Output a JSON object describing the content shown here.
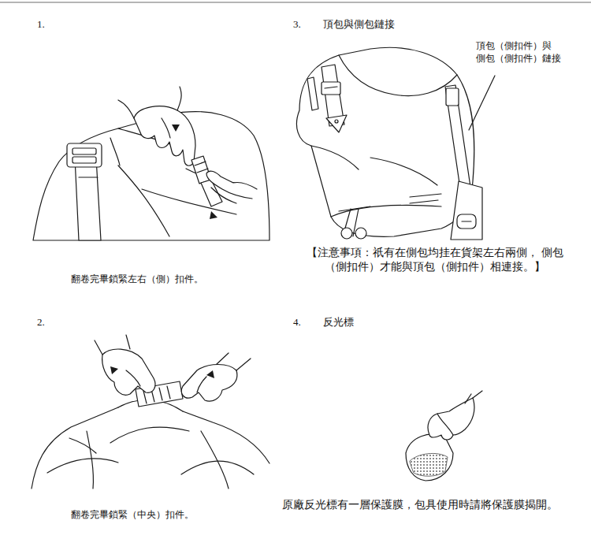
{
  "diagram": {
    "labels": [
      "1.",
      "翻卷完畢鎖緊左右（側）扣件。",
      "2.",
      "翻卷完畢鎖緊（中央）扣件。",
      "3.",
      "頂包與側包鏈接",
      "頂包（側扣件）與 側包（側扣件）鏈接",
      "【注意事項：祇有在側包均挂在貨架左右兩側， 側包（側扣件）才能與頂包（側扣件）相連接。】",
      "4.",
      "反光標",
      "原廠反光標有一層保護膜，包具使用時請將保護膜揭開。"
    ]
  }
}
